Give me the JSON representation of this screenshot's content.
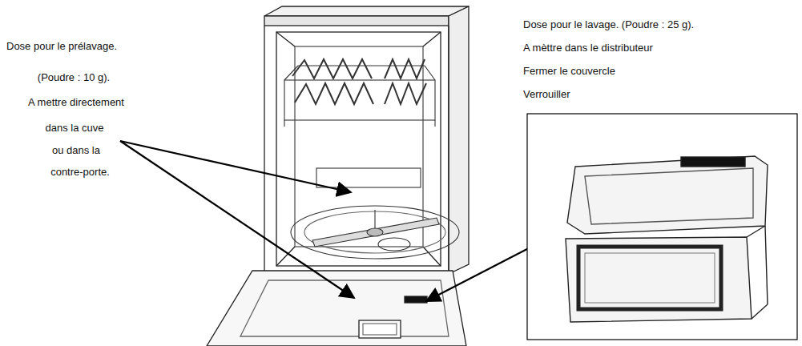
{
  "diagram": {
    "labels": [
      "Dose pour le prélavage.",
      "(Poudre : 10 g).",
      "A mettre directement",
      "dans la cuve",
      "ou dans la",
      "contre-porte.",
      "Dose pour le lavage. (Poudre : 25 g).",
      "A mèttre dans le distributeur",
      "Fermer le couvercle",
      "Verrouiller"
    ]
  }
}
